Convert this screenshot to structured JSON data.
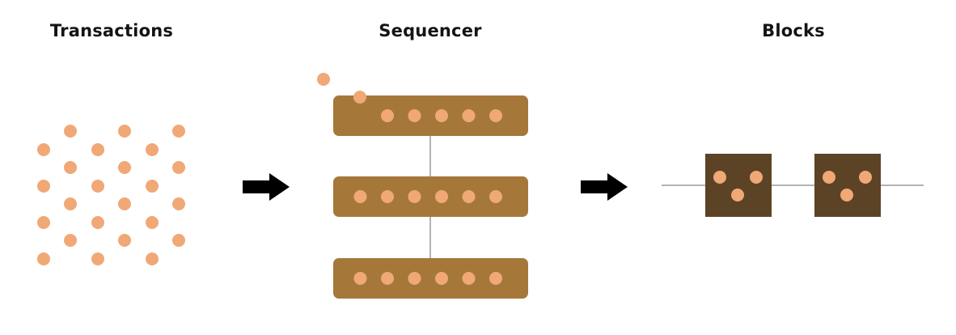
{
  "titles": {
    "transactions": "Transactions",
    "sequencer": "Sequencer",
    "blocks": "Blocks"
  },
  "colors": {
    "dot": "#f0a877",
    "sequencer_bar": "#a5783a",
    "block": "#5c4325",
    "line": "#9a9a9a",
    "arrow": "#000000",
    "title": "#141414"
  },
  "diagram": {
    "transaction_count": 26,
    "incoming_transactions": 2,
    "sequencer_bars": [
      {
        "transactions": 5
      },
      {
        "transactions": 6
      },
      {
        "transactions": 6
      }
    ],
    "blocks": [
      {
        "transactions": 3
      },
      {
        "transactions": 3
      }
    ]
  }
}
